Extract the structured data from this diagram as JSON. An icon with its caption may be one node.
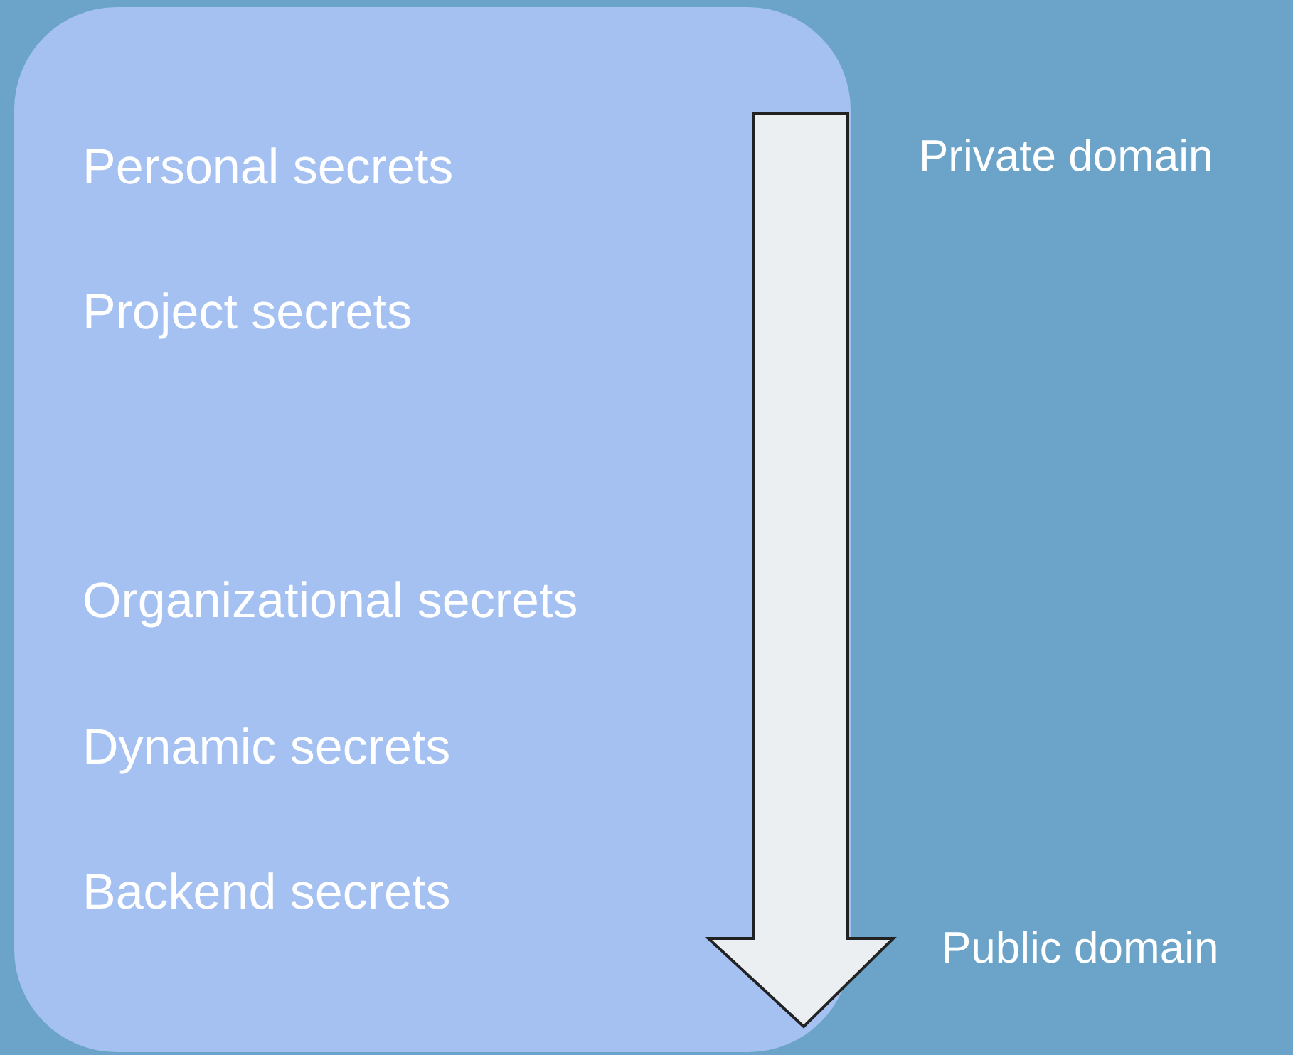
{
  "diagram": {
    "nodes": [
      {
        "text": [
          "Personal secrets",
          "Project secrets",
          "Organizational secrets",
          "Dynamic secrets",
          "Backend secrets"
        ]
      }
    ],
    "labels": [
      "Private domain",
      "Public domain"
    ]
  }
}
